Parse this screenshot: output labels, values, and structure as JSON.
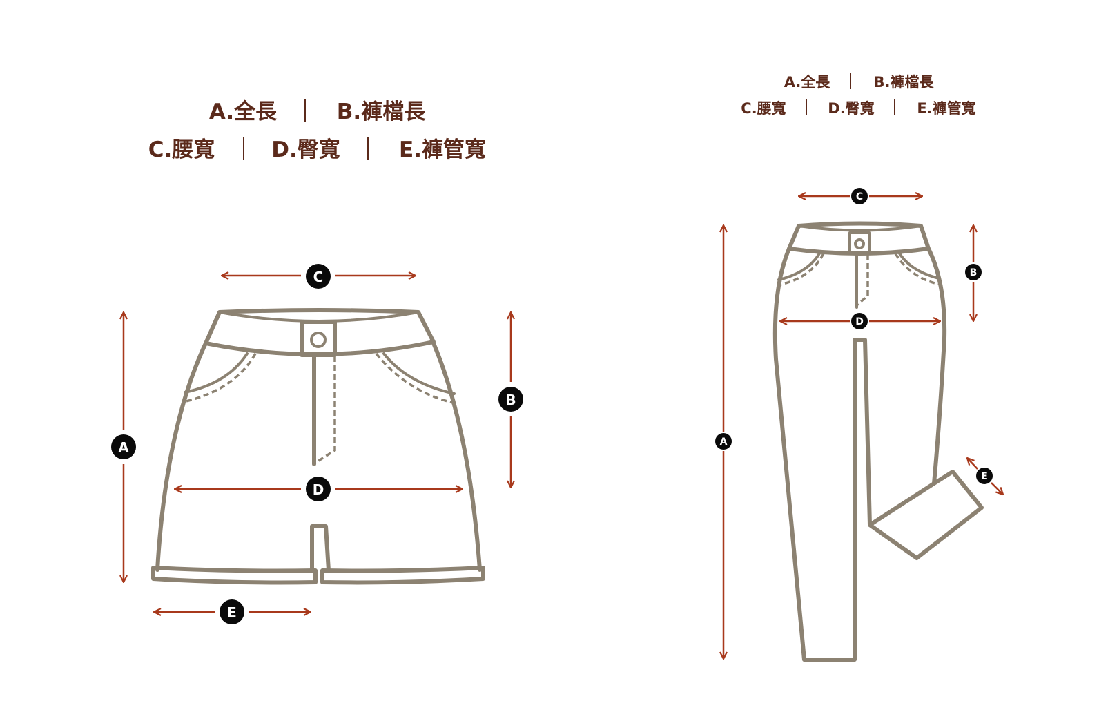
{
  "shorts": {
    "legend_line1": [
      "A.全長",
      "B.褲檔長"
    ],
    "legend_line2": [
      "C.腰寬",
      "D.臀寬",
      "E.褲管寬"
    ],
    "markers": [
      "A",
      "B",
      "C",
      "D",
      "E"
    ]
  },
  "pants": {
    "legend_line1": [
      "A.全長",
      "B.褲檔長"
    ],
    "legend_line2": [
      "C.腰寬",
      "D.臀寬",
      "E.褲管寬"
    ],
    "markers": [
      "A",
      "B",
      "C",
      "D",
      "E"
    ]
  },
  "colors": {
    "text": "#5b2a1b",
    "garment": "#8c8272",
    "arrow": "#a8391c"
  }
}
